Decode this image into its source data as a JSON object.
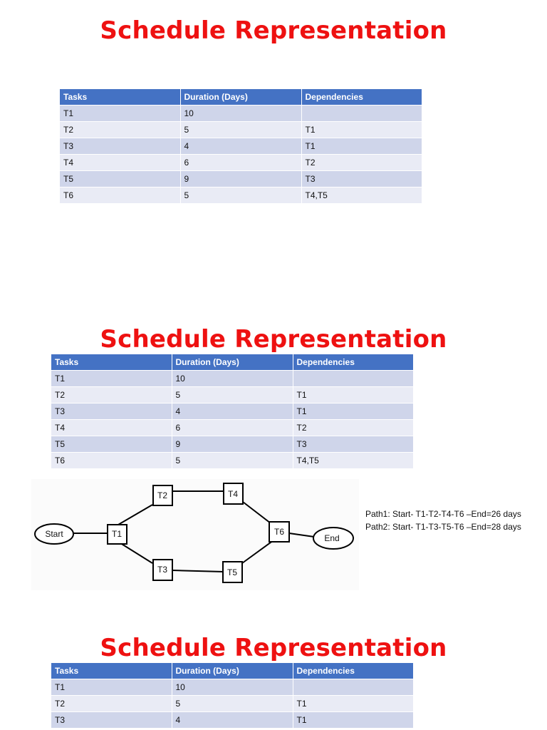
{
  "slides": [
    {
      "title": "Schedule Representation",
      "table": {
        "headers": [
          "Tasks",
          "Duration (Days)",
          "Dependencies"
        ],
        "rows": [
          [
            "T1",
            "10",
            ""
          ],
          [
            "T2",
            "5",
            "T1"
          ],
          [
            "T3",
            "4",
            "T1"
          ],
          [
            "T4",
            "6",
            "T2"
          ],
          [
            "T5",
            "9",
            "T3"
          ],
          [
            "T6",
            "5",
            "T4,T5"
          ]
        ]
      }
    },
    {
      "title": "Schedule Representation",
      "table": {
        "headers": [
          "Tasks",
          "Duration (Days)",
          "Dependencies"
        ],
        "rows": [
          [
            "T1",
            "10",
            ""
          ],
          [
            "T2",
            "5",
            "T1"
          ],
          [
            "T3",
            "4",
            "T1"
          ],
          [
            "T4",
            "6",
            "T2"
          ],
          [
            "T5",
            "9",
            "T3"
          ],
          [
            "T6",
            "5",
            "T4,T5"
          ]
        ]
      },
      "diagram": {
        "nodes": {
          "start": "Start",
          "t1": "T1",
          "t2": "T2",
          "t3": "T3",
          "t4": "T4",
          "t5": "T5",
          "t6": "T6",
          "end": "End"
        },
        "paths": [
          "Path1: Start- T1-T2-T4-T6 –End=26 days",
          "Path2: Start- T1-T3-T5-T6 –End=28 days"
        ]
      }
    },
    {
      "title": "Schedule Representation",
      "table": {
        "headers": [
          "Tasks",
          "Duration (Days)",
          "Dependencies"
        ],
        "rows": [
          [
            "T1",
            "10",
            ""
          ],
          [
            "T2",
            "5",
            "T1"
          ],
          [
            "T3",
            "4",
            "T1"
          ]
        ]
      }
    }
  ]
}
